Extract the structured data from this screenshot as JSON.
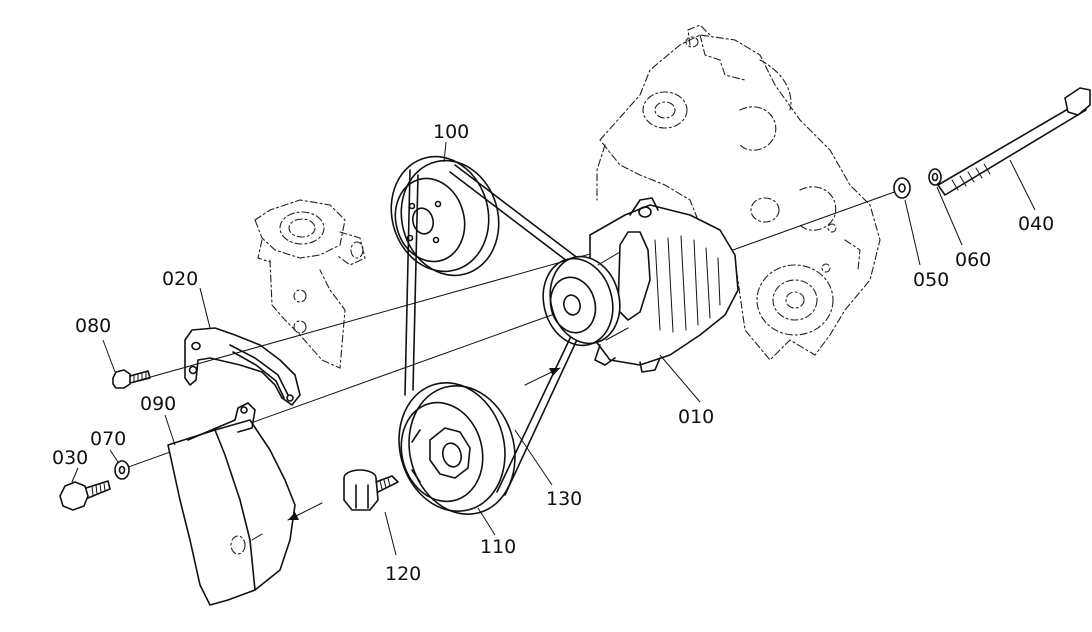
{
  "diagram": {
    "callouts": [
      {
        "id": "c010",
        "label": "010"
      },
      {
        "id": "c020",
        "label": "020"
      },
      {
        "id": "c030",
        "label": "030"
      },
      {
        "id": "c040",
        "label": "040"
      },
      {
        "id": "c050",
        "label": "050"
      },
      {
        "id": "c060",
        "label": "060"
      },
      {
        "id": "c070",
        "label": "070"
      },
      {
        "id": "c080",
        "label": "080"
      },
      {
        "id": "c090",
        "label": "090"
      },
      {
        "id": "c100",
        "label": "100"
      },
      {
        "id": "c110",
        "label": "110"
      },
      {
        "id": "c120",
        "label": "120"
      },
      {
        "id": "c130",
        "label": "130"
      }
    ]
  }
}
